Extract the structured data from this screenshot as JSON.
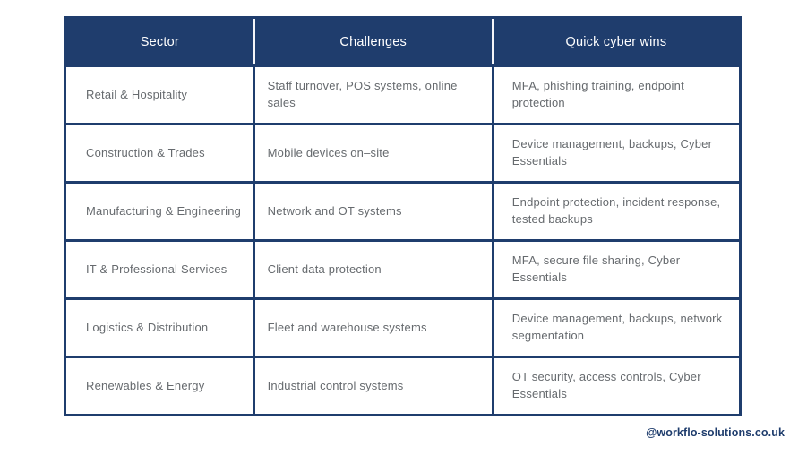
{
  "colors": {
    "navy": "#1f3d6d",
    "header_text": "#ffffff",
    "body_text": "#666a6e",
    "background": "#ffffff"
  },
  "table": {
    "headers": [
      "Sector",
      "Challenges",
      "Quick cyber wins"
    ],
    "rows": [
      {
        "sector": "Retail & Hospitality",
        "challenges": "Staff turnover, POS systems, online sales",
        "wins": "MFA, phishing training, endpoint protection"
      },
      {
        "sector": "Construction & Trades",
        "challenges": "Mobile devices on–site",
        "wins": "Device management, backups, Cyber Essentials"
      },
      {
        "sector": "Manufacturing & Engineering",
        "challenges": "Network and OT systems",
        "wins": "Endpoint protection, incident response, tested backups"
      },
      {
        "sector": "IT & Professional Services",
        "challenges": "Client data protection",
        "wins": "MFA, secure file sharing, Cyber Essentials"
      },
      {
        "sector": "Logistics & Distribution",
        "challenges": "Fleet and warehouse systems",
        "wins": "Device management, backups, network segmentation"
      },
      {
        "sector": "Renewables & Energy",
        "challenges": "Industrial control systems",
        "wins": "OT security, access controls, Cyber Essentials"
      }
    ]
  },
  "footer": {
    "handle": "@workflo-solutions.co.uk"
  },
  "chart_data": {
    "type": "table",
    "title": "",
    "columns": [
      "Sector",
      "Challenges",
      "Quick cyber wins"
    ],
    "rows": [
      [
        "Retail & Hospitality",
        "Staff turnover, POS systems, online sales",
        "MFA, phishing training, endpoint protection"
      ],
      [
        "Construction & Trades",
        "Mobile devices on–site",
        "Device management, backups, Cyber Essentials"
      ],
      [
        "Manufacturing & Engineering",
        "Network and OT systems",
        "Endpoint protection, incident response, tested backups"
      ],
      [
        "IT & Professional Services",
        "Client data protection",
        "MFA, secure file sharing, Cyber Essentials"
      ],
      [
        "Logistics & Distribution",
        "Fleet and warehouse systems",
        "Device management, backups, network segmentation"
      ],
      [
        "Renewables & Energy",
        "Industrial control systems",
        "OT security, access controls, Cyber Essentials"
      ]
    ],
    "layout_hints": {
      "header_background": "#1f3d6d",
      "header_text_color": "#ffffff",
      "body_text_color": "#666a6e",
      "grid": "on"
    }
  }
}
